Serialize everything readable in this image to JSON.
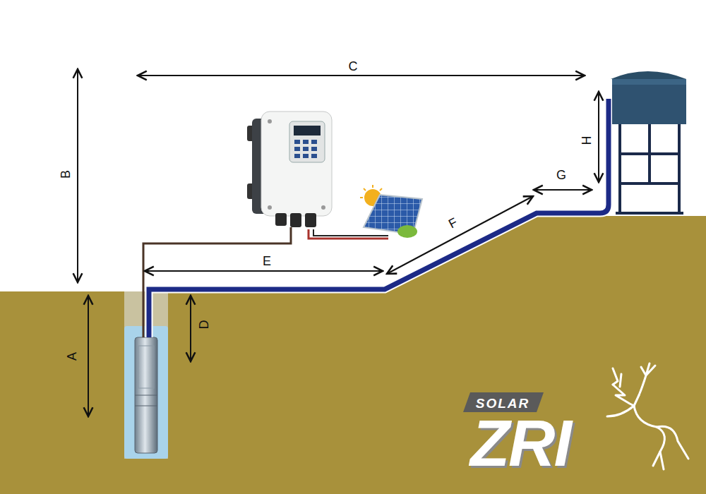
{
  "diagram": {
    "labels": [
      "C",
      "B",
      "H",
      "G",
      "F",
      "E",
      "D",
      "A",
      "SOLAR",
      "ZRI"
    ]
  }
}
